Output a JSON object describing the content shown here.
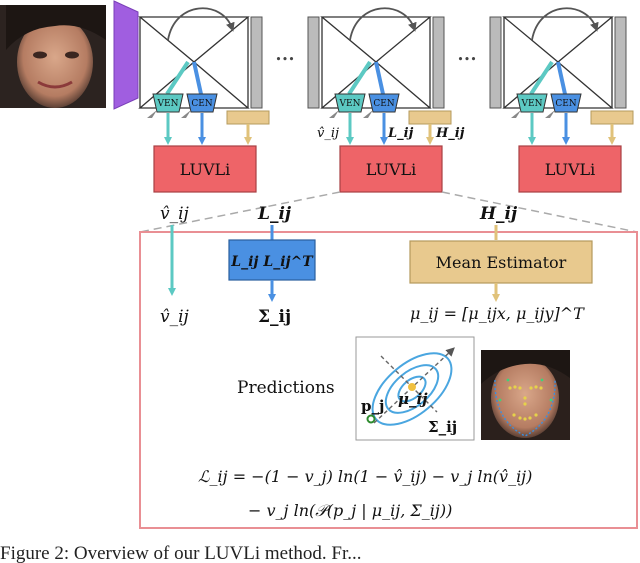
{
  "diagram": {
    "blocks": {
      "luvli": [
        "LUVLi",
        "LUVLi",
        "LUVLi"
      ],
      "ven": [
        "VEN",
        "VEN",
        "VEN"
      ],
      "cen": [
        "CEN",
        "CEN",
        "CEN"
      ],
      "mean_estimator": "Mean Estimator",
      "ll_transpose": "L_ij L_ij^T"
    },
    "ellipsis": [
      "•••",
      "•••"
    ],
    "labels": {
      "v_hat_top": "v̂_ij",
      "L_top": "L_ij",
      "H_top": "H_ij",
      "v_hat_mid": "v̂_ij",
      "L_mid": "L_ij",
      "H_mid": "H_ij",
      "v_hat_out": "v̂_ij",
      "sigma_out": "Σ_ij",
      "mu_out": "μ_ij = [μ_ijx, μ_ijy]^T",
      "predictions": "Predictions",
      "p_j": "p_j",
      "mu_ell": "μ_ij",
      "sigma_ell": "Σ_ij"
    },
    "loss": {
      "line1": "ℒ_ij = −(1 − v_j) ln(1 − v̂_ij) − v_j ln(v̂_ij)",
      "line2": "− v_j ln(𝒫(p_j | μ_ij, Σ_ij))"
    },
    "caption": "Figure 2: Overview of our LUVLi method. Fr..."
  },
  "colors": {
    "luvli_fill": "#ee6468",
    "teal": "#5cc9c3",
    "blue": "#4a90e2",
    "mean_fill": "#e8c98e",
    "purple": "#a05ee0",
    "frame": "#e98f94",
    "ellipse": "#4aa6e0"
  }
}
